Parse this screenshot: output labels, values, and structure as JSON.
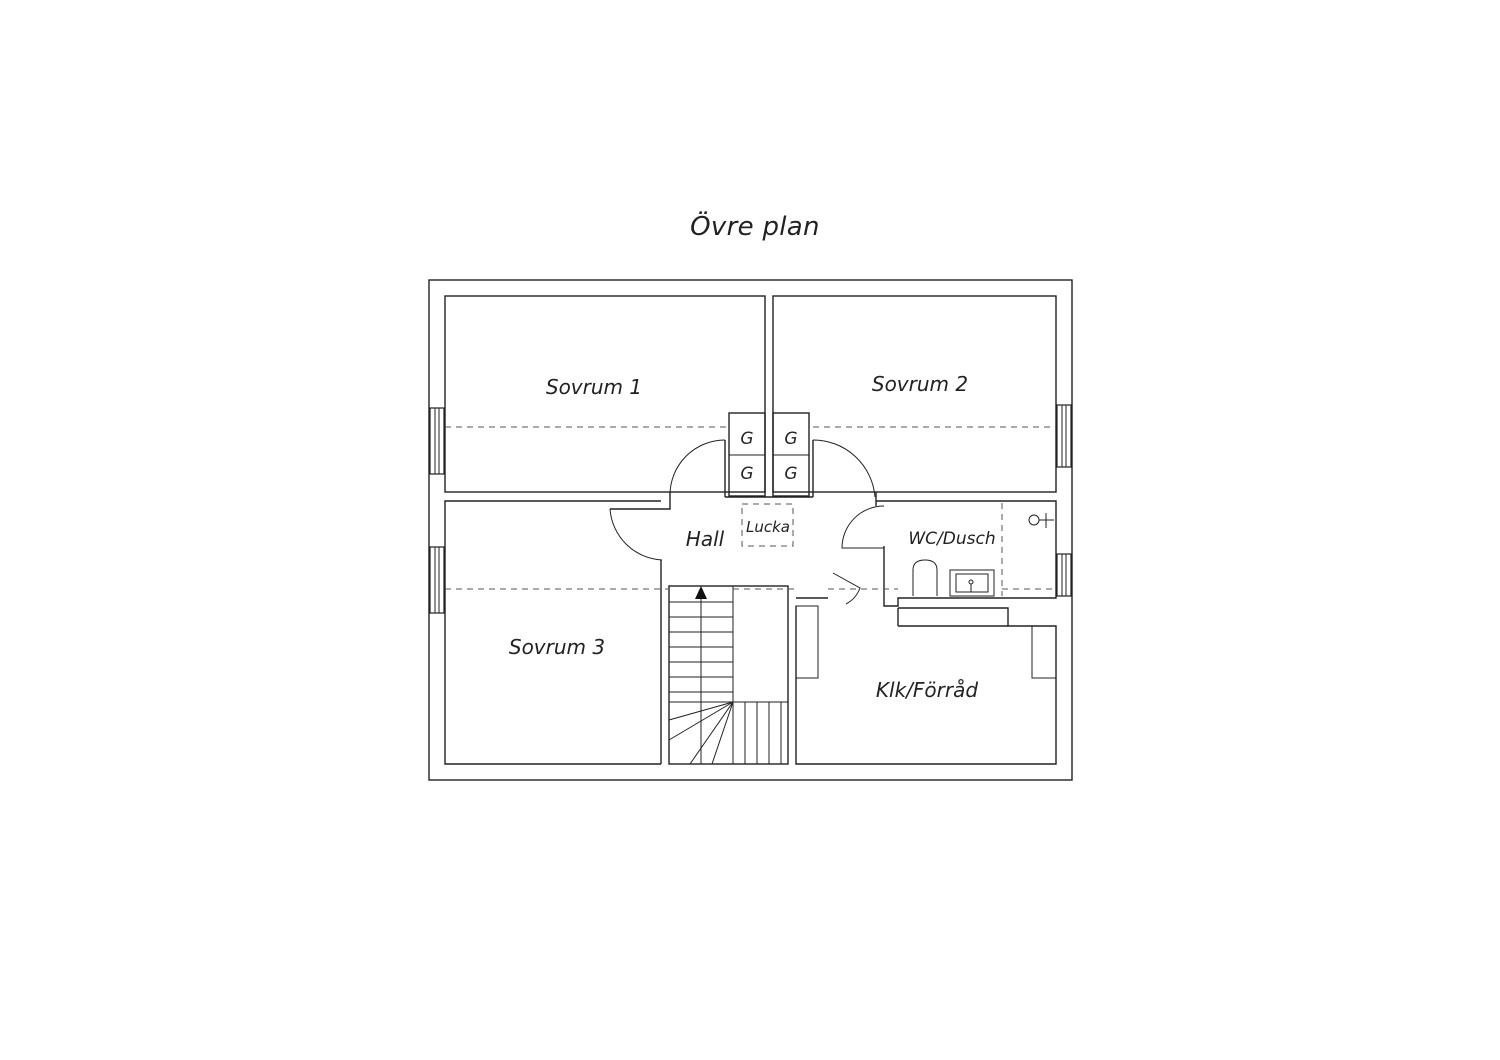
{
  "title": "Övre plan",
  "rooms": {
    "sovrum1": "Sovrum 1",
    "sovrum2": "Sovrum 2",
    "sovrum3": "Sovrum 3",
    "hall": "Hall",
    "lucka": "Lucka",
    "wc": "WC/Dusch",
    "klk": "Klk/Förråd"
  },
  "closet_mark": "G"
}
